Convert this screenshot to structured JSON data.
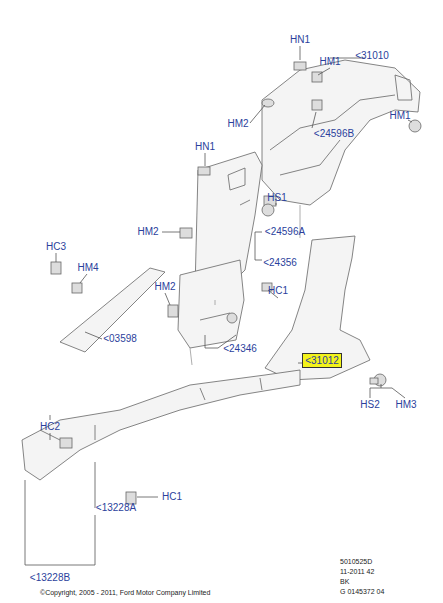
{
  "diagram": {
    "nodes": [
      {
        "text": [
          "<31012"
        ]
      }
    ],
    "labels": [
      "HN1",
      "HM1",
      "<31010",
      "HM2",
      "<24596B",
      "HM1",
      "HN1",
      "HS1",
      "HM2",
      "<24596A",
      "<24356",
      "HC3",
      "HM4",
      "HM2",
      "HC1",
      "<03598",
      "<24346",
      "HS2",
      "HM3",
      "HC2",
      "HC1",
      "<13228A",
      "<13228B",
      "5010525D",
      "11-2011 42",
      "BK",
      "G 0145372 04",
      "©Copyright, 2005 - 2011, Ford Motor Company Limited"
    ]
  }
}
